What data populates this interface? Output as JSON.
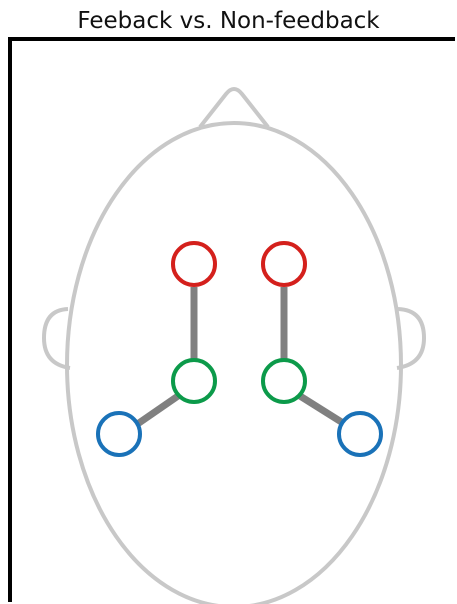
{
  "title": "Feeback vs. Non-feedback",
  "colors": {
    "outline": "#c8c8c8",
    "connector": "#808080",
    "frontal": "#d4201c",
    "central": "#0c9a4a",
    "lateral": "#1a72b8"
  },
  "electrode_groups": [
    "frontal",
    "central",
    "lateral"
  ]
}
